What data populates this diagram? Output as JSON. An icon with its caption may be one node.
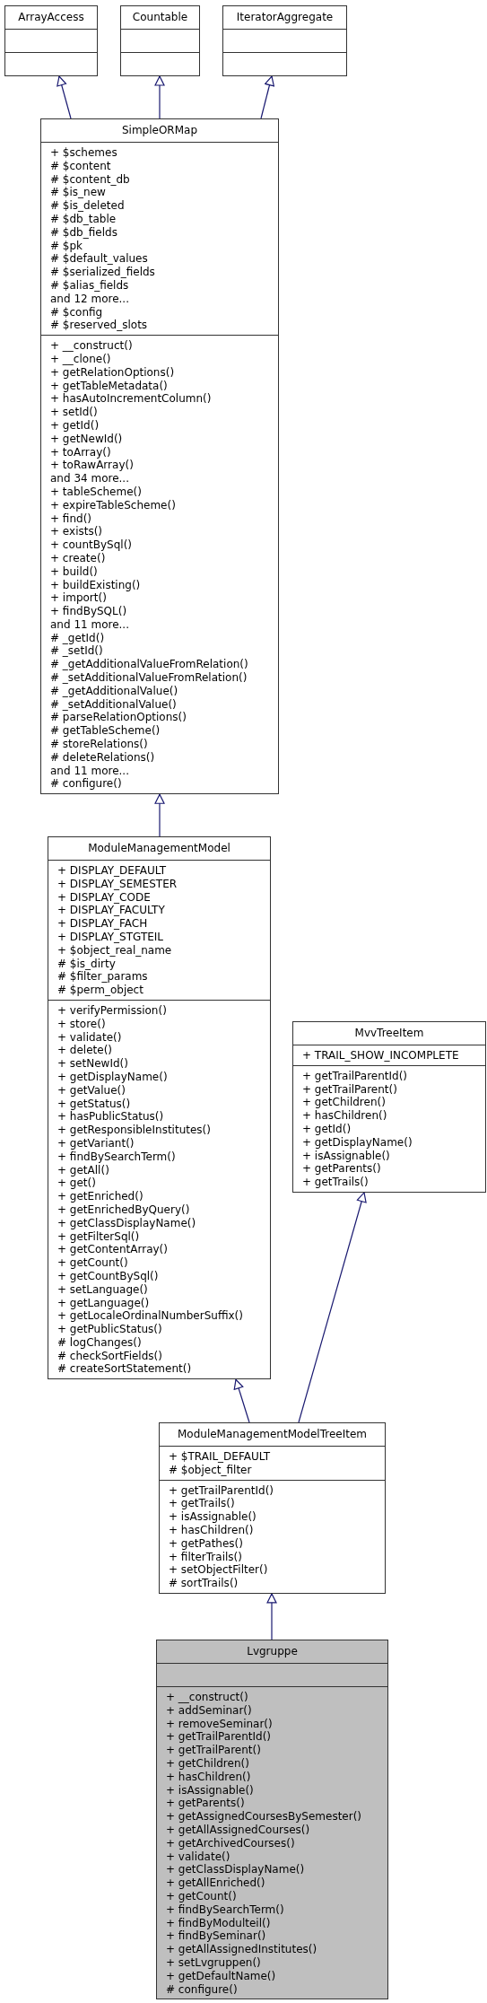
{
  "diagram": {
    "nodes": [
      {
        "text": [
          "ArrayAccess"
        ]
      },
      {
        "text": [],
        "shape": "box",
        "in": 0
      },
      {
        "text": [],
        "shape": "box",
        "in": 0
      },
      {
        "text": [
          "Countable"
        ]
      },
      {
        "text": [],
        "shape": "box",
        "in": 3
      },
      {
        "text": [],
        "shape": "box",
        "in": 3
      },
      {
        "text": [
          "IteratorAggregate"
        ]
      },
      {
        "text": [],
        "shape": "box",
        "in": 6
      },
      {
        "text": [],
        "shape": "box",
        "in": 6
      },
      {
        "text": [
          "SimpleORMap"
        ]
      },
      {
        "text": [
          "+ $schemes",
          "# $content",
          "# $content_db",
          "# $is_new",
          "# $is_deleted",
          "# $db_table",
          "# $db_fields",
          "# $pk",
          "# $default_values",
          "# $serialized_fields",
          "# $alias_fields",
          "and 12 more...",
          "# $config",
          "# $reserved_slots"
        ],
        "in": 9
      },
      {
        "text": [
          "+ __construct()",
          "+ __clone()",
          "+ getRelationOptions()",
          "+ getTableMetadata()",
          "+ hasAutoIncrementColumn()",
          "+ setId()",
          "+ getId()",
          "+ getNewId()",
          "+ toArray()",
          "+ toRawArray()",
          "and 34 more...",
          "+ tableScheme()",
          "+ expireTableScheme()",
          "+ find()",
          "+ exists()",
          "+ countBySql()",
          "+ create()",
          "+ build()",
          "+ buildExisting()",
          "+ import()",
          "+ findBySQL()",
          "and 11 more...",
          "# _getId()",
          "# _setId()",
          "# _getAdditionalValueFromRelation()",
          "# _setAdditionalValueFromRelation()",
          "# _getAdditionalValue()",
          "# _setAdditionalValue()",
          "# parseRelationOptions()",
          "# getTableScheme()",
          "# storeRelations()",
          "# deleteRelations()",
          "and 11 more...",
          "# configure()"
        ],
        "in": 9
      },
      {
        "text": [
          "ModuleManagementModel"
        ]
      },
      {
        "text": [
          "+ DISPLAY_DEFAULT",
          "+ DISPLAY_SEMESTER",
          "+ DISPLAY_CODE",
          "+ DISPLAY_FACULTY",
          "+ DISPLAY_FACH",
          "+ DISPLAY_STGTEIL",
          "+ $object_real_name",
          "# $is_dirty",
          "# $filter_params",
          "# $perm_object"
        ],
        "in": 12
      },
      {
        "text": [
          "+ verifyPermission()",
          "+ store()",
          "+ validate()",
          "+ delete()",
          "+ setNewId()",
          "+ getDisplayName()",
          "+ getValue()",
          "+ getStatus()",
          "+ hasPublicStatus()",
          "+ getResponsibleInstitutes()",
          "+ getVariant()",
          "+ findBySearchTerm()",
          "+ getAll()",
          "+ get()",
          "+ getEnriched()",
          "+ getEnrichedByQuery()",
          "+ getClassDisplayName()",
          "+ getFilterSql()",
          "+ getContentArray()",
          "+ getCount()",
          "+ getCountBySql()",
          "+ setLanguage()",
          "+ getLanguage()",
          "+ getLocaleOrdinalNumberSuffix()",
          "+ getPublicStatus()",
          "# logChanges()",
          "# checkSortFields()",
          "# createSortStatement()"
        ],
        "in": 12
      },
      {
        "text": [
          "MvvTreeItem"
        ]
      },
      {
        "text": [
          "+ TRAIL_SHOW_INCOMPLETE"
        ],
        "in": 15
      },
      {
        "text": [
          "+ getTrailParentId()",
          "+ getTrailParent()",
          "+ getChildren()",
          "+ hasChildren()",
          "+ getId()",
          "+ getDisplayName()",
          "+ isAssignable()",
          "+ getParents()",
          "+ getTrails()"
        ],
        "in": 15
      },
      {
        "text": [
          "ModuleManagementModelTreeItem"
        ]
      },
      {
        "text": [
          "+ $TRAIL_DEFAULT",
          "# $object_filter"
        ],
        "in": 18
      },
      {
        "text": [
          "+ getTrailParentId()",
          "+ getTrails()",
          "+ isAssignable()",
          "+ hasChildren()",
          "+ getPathes()",
          "+ filterTrails()",
          "+ setObjectFilter()",
          "# sortTrails()"
        ],
        "in": 18
      },
      {
        "text": [
          "Lvgruppe"
        ]
      },
      {
        "text": [],
        "shape": "box",
        "in": 21
      },
      {
        "text": [
          "+ __construct()",
          "+ addSeminar()",
          "+ removeSeminar()",
          "+ getTrailParentId()",
          "+ getTrailParent()",
          "+ getChildren()",
          "+ hasChildren()",
          "+ isAssignable()",
          "+ getParents()",
          "+ getAssignedCoursesBySemester()",
          "+ getAllAssignedCourses()",
          "+ getArchivedCourses()",
          "+ validate()",
          "+ getClassDisplayName()",
          "+ getAllEnriched()",
          "+ getCount()",
          "+ findBySearchTerm()",
          "+ findByModulteil()",
          "+ findBySeminar()",
          "+ getAllAssignedInstitutes()",
          "+ setLvgruppen()",
          "+ getDefaultName()",
          "# configure()"
        ],
        "in": 21
      }
    ],
    "edges": [
      {
        "from": 9,
        "to": 0,
        "arrow": "to"
      },
      {
        "from": 9,
        "to": 3,
        "arrow": "to"
      },
      {
        "from": 9,
        "to": 6,
        "arrow": "to"
      },
      {
        "from": 12,
        "to": 9,
        "arrow": "to"
      },
      {
        "from": 18,
        "to": 12,
        "arrow": "to"
      },
      {
        "from": 18,
        "to": 15,
        "arrow": "to"
      },
      {
        "from": 21,
        "to": 18,
        "arrow": "to"
      }
    ]
  }
}
